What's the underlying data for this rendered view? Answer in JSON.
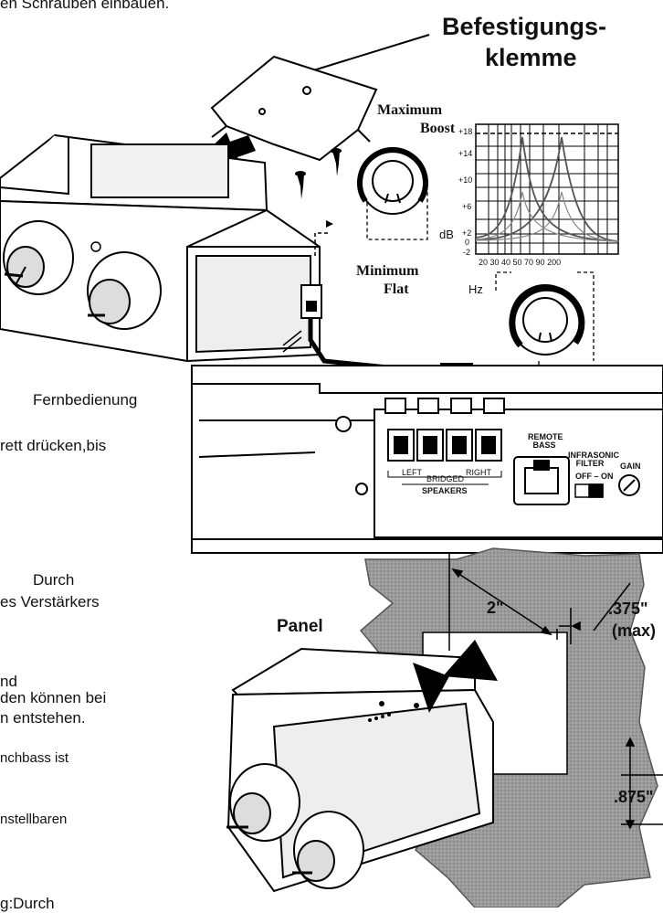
{
  "left_text": [
    "en Schrauben einbauen.",
    "Fernbedienung",
    "rett drücken,bis",
    "Durch",
    "es Verstärkers",
    "nd",
    "den können bei",
    "n entstehen.",
    "nchbass ist",
    "nstellbaren",
    "g:Durch"
  ],
  "diagram": {
    "clamp_title_line1": "Befestigungs-",
    "clamp_title_line2": "klemme",
    "max_boost_line1": "Maximum",
    "max_boost_line2": "Boost",
    "min_flat_line1": "Minimum",
    "min_flat_line2": "Flat",
    "db_label": "dB",
    "hz_label": "Hz",
    "graph_y_ticks": [
      "+18",
      "+14",
      "+10",
      "+6",
      "+2",
      "0",
      "-2"
    ],
    "graph_x_ticks": "20 30 40 50 70 90 200",
    "amp_remote_bass": "REMOTE BASS",
    "amp_infrasonic": "INFRASONIC FILTER",
    "amp_off_on": "OFF – ON",
    "amp_gain": "GAIN",
    "amp_speakers": "SPEAKERS",
    "amp_left": "LEFT",
    "amp_right": "RIGHT",
    "amp_bridged": "BRIDGED",
    "panel_label": "Panel",
    "dim_2in": "2\"",
    "dim_375": ".375\"",
    "dim_max": "(max)",
    "dim_875": ".875\""
  }
}
